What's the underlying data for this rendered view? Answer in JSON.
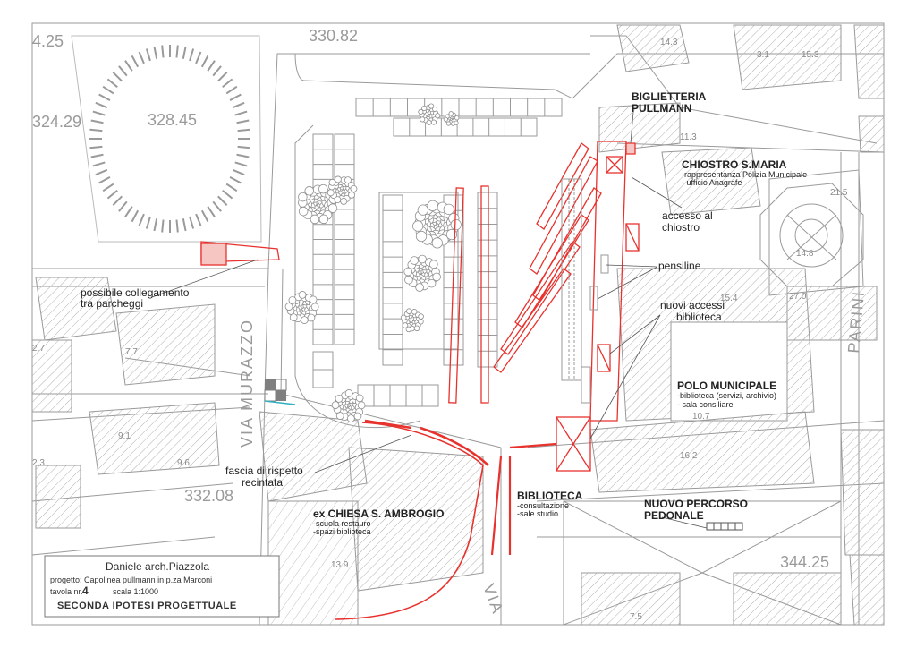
{
  "labels": {
    "biglietteria": [
      "BIGLIETTERIA",
      "PULLMANN"
    ],
    "chiostro": {
      "title": "CHIOSTRO S.MARIA",
      "lines": [
        "-rappresentanza Polizia Municipale",
        "- ufficio Anagrafe"
      ]
    },
    "accesso": [
      "accesso al",
      "chiostro"
    ],
    "pensiline": "pensiline",
    "nuovi_accessi": [
      "nuovi accessi",
      "biblioteca"
    ],
    "polo": {
      "title": "POLO MUNICIPALE",
      "lines": [
        "-biblioteca (servizi, archivio)",
        "- sala consiliare"
      ]
    },
    "collegamento": [
      "possibile collegamento",
      "tra parcheggi"
    ],
    "fascia": [
      "fascia di rispetto",
      "recintata"
    ],
    "chiesa": {
      "title": "ex CHIESA S. AMBROGIO",
      "lines": [
        "-scuola restauro",
        "-spazi biblioteca"
      ]
    },
    "biblioteca": {
      "title": "BIBLIOTECA",
      "lines": [
        "-consultazione",
        "-sale studio"
      ]
    },
    "percorso": [
      "NUOVO PERCORSO",
      "PEDONALE"
    ]
  },
  "streets": {
    "murazzo": "VIA MURAZZO",
    "parini": "PARINI",
    "via": "VIA"
  },
  "elevations": [
    "4.25",
    "330.82",
    "324.29",
    "328.45",
    "332.08",
    "344.25"
  ],
  "block_numbers": [
    "14.3",
    "3.1",
    "15.3",
    "11.3",
    "27.0",
    "14.8",
    "15.4",
    "10.7",
    "16.2",
    "7.5",
    "9.1",
    "9.6",
    "2.7",
    "7.7",
    "13.9",
    "21.5",
    "2.3"
  ],
  "title_block": {
    "author": "Daniele arch.Piazzola",
    "project": "progetto: Capolinea pullmann in p.za Marconi",
    "sheet_label": "tavola nr.",
    "sheet_number": "4",
    "scale": "scala 1:1000",
    "subtitle": "SECONDA IPOTESI PROGETTUALE"
  },
  "colors": {
    "project_red": "#e8322e",
    "base_gray": "#9a9a9a",
    "hatch_gray": "#b0b0b0",
    "tree_gray": "#8f8f8f"
  }
}
